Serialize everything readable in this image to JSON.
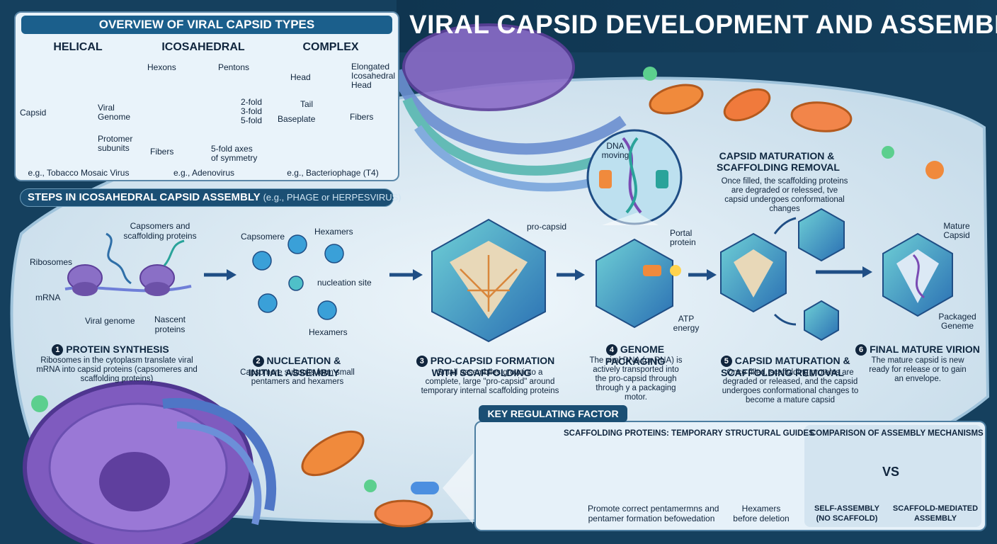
{
  "title": "VIRAL CAPSID DEVELOPMENT AND ASSEMBLY",
  "overview": {
    "heading": "OVERVIEW OF VIRAL CAPSID TYPES",
    "helical": {
      "name": "HELICAL",
      "labels": {
        "capsid": "Capsid",
        "viral_genome": "Viral\nGenome",
        "protomer": "Protomer\nsubunits"
      },
      "example": "e.g., Tobacco Mosaic Virus"
    },
    "icosahedral": {
      "name": "ICOSAHEDRAL",
      "labels": {
        "hexons": "Hexons",
        "pentons": "Pentons",
        "folds": "2-fold\n3-fold\n5-fold",
        "fibers": "Fibers",
        "axes": "5-fold axes\nof symmetry"
      },
      "example": "e.g., Adenovirus"
    },
    "complex": {
      "name": "COMPLEX",
      "labels": {
        "head": "Head",
        "elongated": "Elongated\nIcosahedral\nHead",
        "tail": "Tail",
        "baseplate": "Baseplate",
        "fibers": "Fibers"
      },
      "example": "e.g., Bacteriophage (T4)"
    }
  },
  "steps_heading": {
    "main": "STEPS IN ICOSAHEDRAL CAPSID ASSEMBLY",
    "sub": "(e.g., PHAGE or HERPESVIRUS)"
  },
  "step1": {
    "num": "1",
    "title": "PROTEIN SYNTHESIS",
    "desc": "Ribosomes in the cytoplasm translate viral mRNA into capsid proteins (capsomeres and scaffolding proteins)",
    "labels": {
      "capsomers": "Capsomers and\nscaffolding proteins",
      "ribosomes": "Ribosomes",
      "mrna": "mRNA",
      "viral_genome": "Viral genome",
      "nascent": "Nascent\nproteins"
    }
  },
  "step2": {
    "num": "2",
    "title": "NUCLEATION &\nINITIAL ASSEMBLY",
    "desc": "Capsomere subunits form small pentamers and hexamers",
    "labels": {
      "capsomere": "Capsomere",
      "hexamers_top": "Hexamers",
      "nucleation": "nucleation site",
      "hexamers_bottom": "Hexamers"
    }
  },
  "step3": {
    "num": "3",
    "title": "PRO-CAPSID FORMATION\nWITH SCAFFOLDING",
    "desc": "Small assemblies grow into a complete, large \"pro-capsid\" around temporary internal scaffolding proteins",
    "labels": {
      "procapsid": "pro-capsid"
    }
  },
  "step4": {
    "num": "4",
    "title": "GENOME PACKAGING",
    "desc": "The viral DNA (or RNA) is actively transported into the pro-capsid through through y a packaging motor.",
    "labels": {
      "dna_moving": "DNA\nmoving",
      "portal": "Portal\nprotein",
      "atp": "ATP\nenergy"
    }
  },
  "step5": {
    "num": "5",
    "title": "CAPSID MATURATION &\nSCAFFOLDING REMOVAL",
    "desc": "Once filled, scaffolding proteins are degraded or released, and the capsid undergoes conformational changes to become a mature capsid",
    "upper_title": "CAPSID MATURATION &\nSCAFFOLDING REMOVAL",
    "upper_desc": "Once filled, the scaffolding proteins are degraded or relessed, tve capsid undergoes conformational changes"
  },
  "step6": {
    "num": "6",
    "title": "FINAL MATURE VIRION",
    "desc": "The mature capsid is new ready for release or to gain an envelope.",
    "labels": {
      "mature": "Mature\nCapsid",
      "packaged": "Packaged\nGeneme"
    }
  },
  "key": {
    "heading": "KEY REGULATING FACTOR",
    "scaffold_heading": "SCAFFOLDING PROTEINS: TEMPORARY STRUCTURAL GUIDES",
    "promote": "Promote correct pentamermns and\npentamer formation befowedation",
    "hexamers_before": "Hexamers\nbefore deletion",
    "comparison_heading": "COMPARISON OF ASSEMBLY MECHANISMS",
    "vs": "VS",
    "self": "SELF-ASSEMBLY\n(NO SCAFFOLD)",
    "scaffold_mediated": "SCAFFOLD-MEDIATED\nASSEMBLY"
  }
}
